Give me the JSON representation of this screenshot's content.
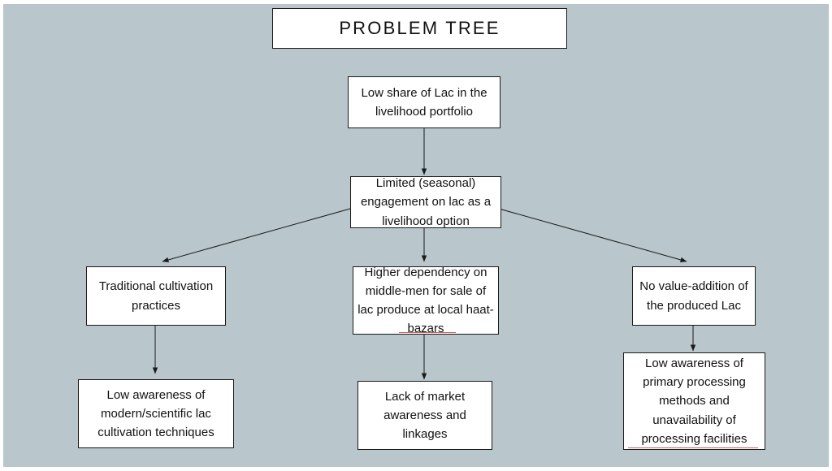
{
  "diagram": {
    "title": "PROBLEM TREE",
    "type": "problem-tree",
    "background_color": "#b9c6cb",
    "node_fill": "#ffffff",
    "node_border": "#1a1a1a",
    "nodes": [
      {
        "id": "root",
        "text": "Low share of Lac in the livelihood portfolio"
      },
      {
        "id": "core",
        "text": "Limited (seasonal) engagement on lac as a livelihood option"
      },
      {
        "id": "branch1",
        "text": "Traditional cultivation practices"
      },
      {
        "id": "branch2",
        "text": "Higher dependency on middle-men for sale of lac produce at local haat-bazars"
      },
      {
        "id": "branch3",
        "text": "No value-addition of the produced Lac"
      },
      {
        "id": "leaf1",
        "text": "Low awareness of modern/scientific lac cultivation techniques"
      },
      {
        "id": "leaf2",
        "text": "Lack of market awareness and linkages"
      },
      {
        "id": "leaf3",
        "text": "Low awareness of primary processing methods and unavailability of processing facilities"
      }
    ],
    "edges": [
      {
        "from": "root",
        "to": "core"
      },
      {
        "from": "core",
        "to": "branch1"
      },
      {
        "from": "core",
        "to": "branch2"
      },
      {
        "from": "core",
        "to": "branch3"
      },
      {
        "from": "branch1",
        "to": "leaf1"
      },
      {
        "from": "branch2",
        "to": "leaf2"
      },
      {
        "from": "branch3",
        "to": "leaf3"
      }
    ]
  }
}
